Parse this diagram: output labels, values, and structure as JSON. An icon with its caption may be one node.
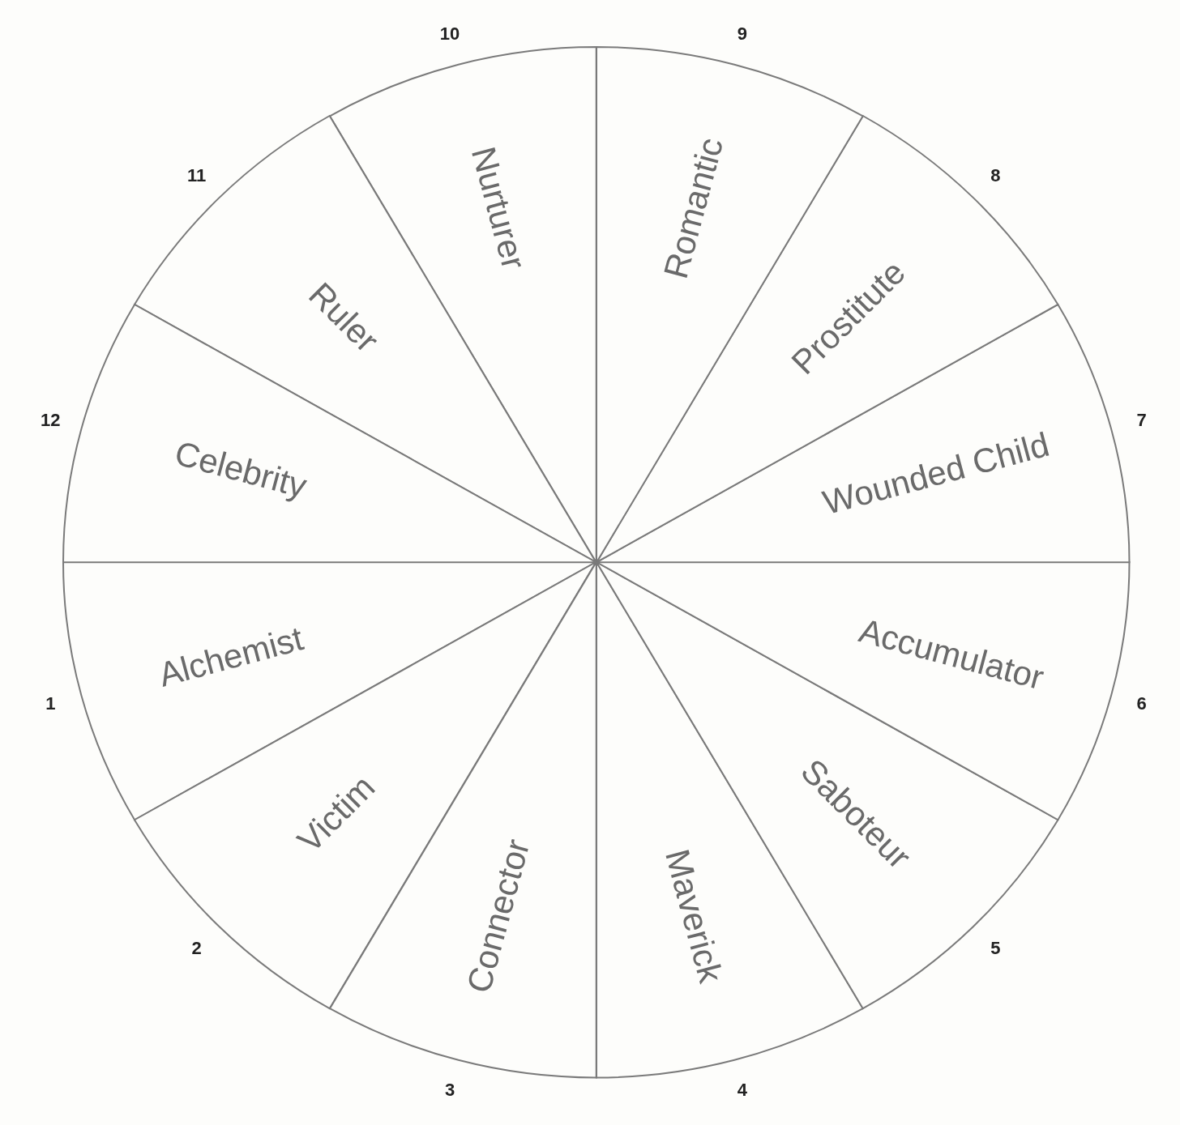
{
  "diagram": {
    "nodes": [
      {
        "text": [
          "Alchemist"
        ],
        "beside": [
          "1"
        ]
      },
      {
        "text": [
          "Victim"
        ],
        "beside": [
          "2"
        ]
      },
      {
        "text": [
          "Connector"
        ],
        "beside": [
          "3"
        ]
      },
      {
        "text": [
          "Maverick"
        ],
        "beside": [
          "4"
        ]
      },
      {
        "text": [
          "Saboteur"
        ],
        "beside": [
          "5"
        ]
      },
      {
        "text": [
          "Accumulator"
        ],
        "beside": [
          "6"
        ]
      },
      {
        "text": [
          "Wounded Child"
        ],
        "beside": [
          "7"
        ]
      },
      {
        "text": [
          "Prostitute"
        ],
        "beside": [
          "8"
        ]
      },
      {
        "text": [
          "Romantic"
        ],
        "beside": [
          "9"
        ]
      },
      {
        "text": [
          "Nurturer"
        ],
        "beside": [
          "10"
        ]
      },
      {
        "text": [
          "Ruler"
        ],
        "beside": [
          "11"
        ]
      },
      {
        "text": [
          "Celebrity"
        ],
        "beside": [
          "12"
        ]
      }
    ]
  }
}
